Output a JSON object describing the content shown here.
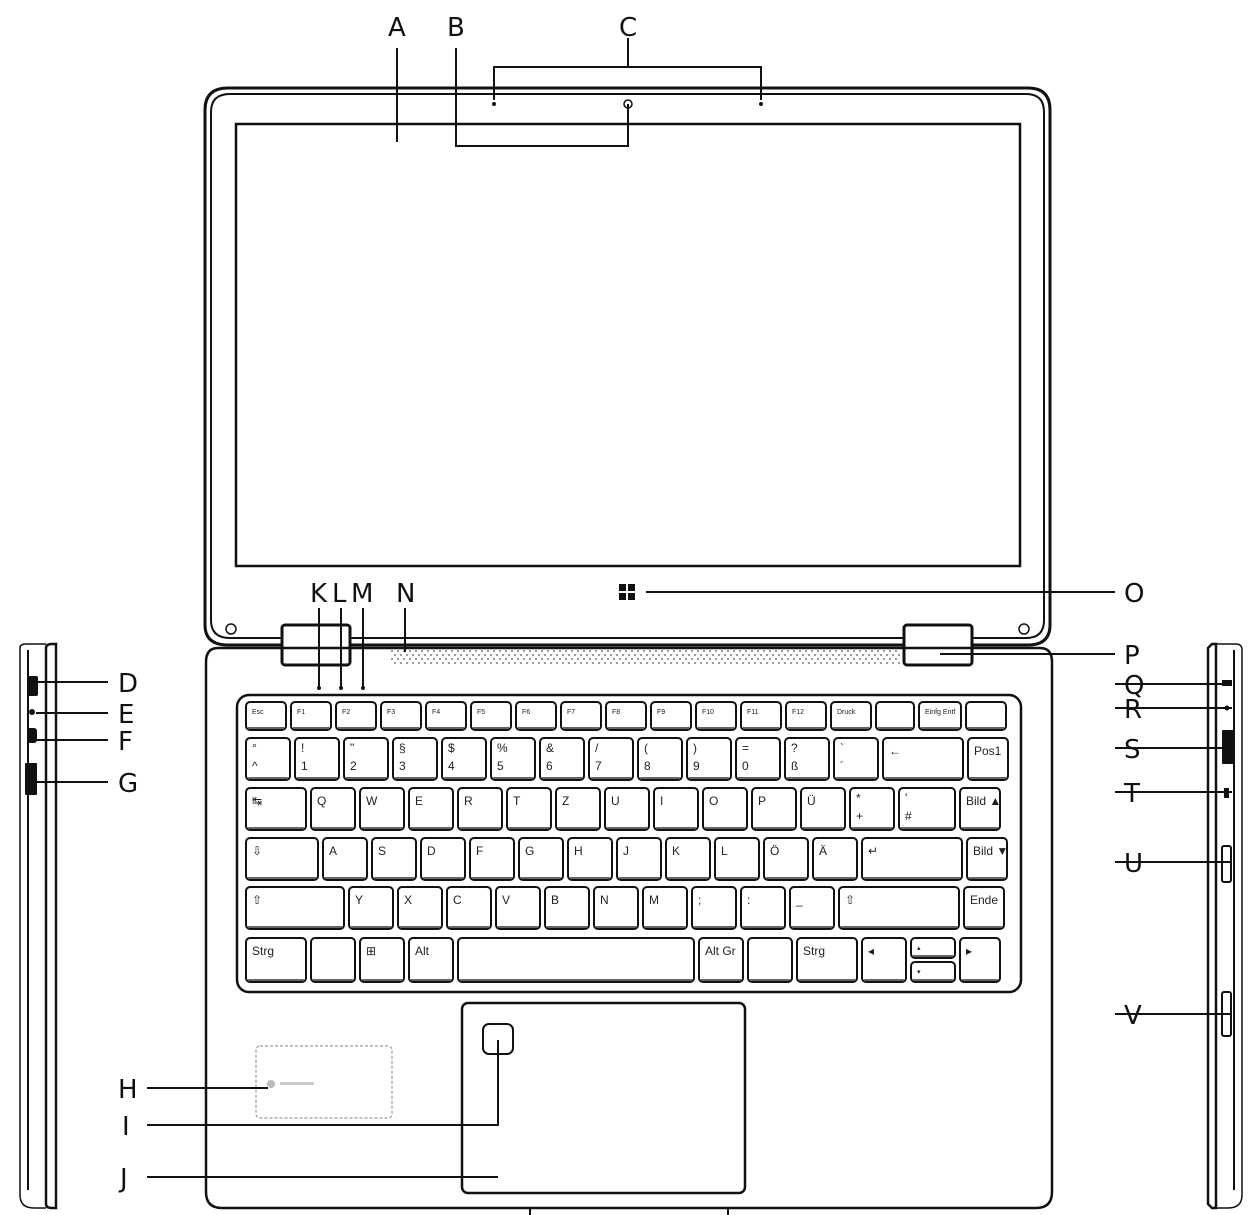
{
  "callouts": {
    "A": "A",
    "B": "B",
    "C": "C",
    "D": "D",
    "E": "E",
    "F": "F",
    "G": "G",
    "H": "H",
    "I": "I",
    "J": "J",
    "K": "K",
    "L": "L",
    "M": "M",
    "N": "N",
    "O": "O",
    "P": "P",
    "Q": "Q",
    "R": "R",
    "S": "S",
    "T": "T",
    "U": "U",
    "V": "V"
  },
  "keyboard": {
    "fn_row": [
      "Esc",
      "F1",
      "F2",
      "F3",
      "F4",
      "F5",
      "F6",
      "F7",
      "F8",
      "F9",
      "F10",
      "F11",
      "F12",
      "Druck",
      "",
      "Einfg Entf",
      ""
    ],
    "row1": [
      "°\n^",
      "!\n1",
      "\"\n2",
      "§\n3",
      "$\n4",
      "%\n5",
      "&\n6",
      "/\n7",
      "(\n8",
      ")\n9",
      "=\n0",
      "?\nß",
      "`\n´",
      "←",
      "Pos1"
    ],
    "row2": [
      "↹",
      "Q",
      "W",
      "E",
      "R",
      "T",
      "Z",
      "U",
      "I",
      "O",
      "P",
      "Ü",
      "*\n+",
      "'\n#",
      "Bild ▲"
    ],
    "row3": [
      "⇩",
      "A",
      "S",
      "D",
      "F",
      "G",
      "H",
      "J",
      "K",
      "L",
      "Ö",
      "Ä",
      "↵",
      "Bild ▼"
    ],
    "row4": [
      "⇧",
      "Y",
      "X",
      "C",
      "V",
      "B",
      "N",
      "M",
      ";",
      ":",
      "_",
      "⇧",
      "Ende"
    ],
    "row5": [
      "Strg",
      "",
      "⊞",
      "Alt",
      "",
      "Alt Gr",
      "",
      "Strg"
    ],
    "row5_arrows": [
      "◂",
      "▴",
      "▾",
      "▸"
    ]
  }
}
